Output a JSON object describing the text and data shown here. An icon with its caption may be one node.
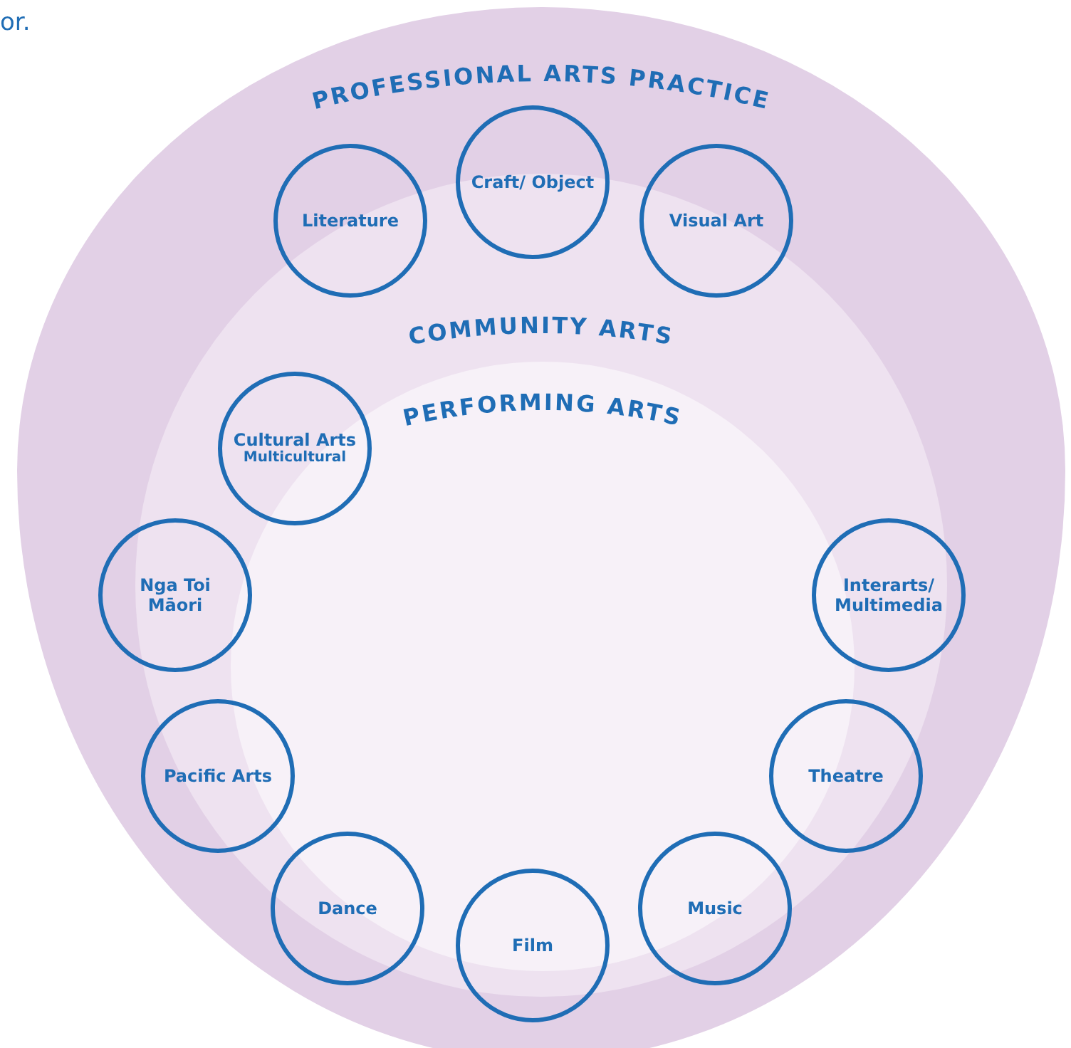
{
  "diagram": {
    "nodes": [
      {
        "text": [
          "PROFESSIONAL ARTS PRACTICE"
        ]
      },
      {
        "text": [
          "COMMUNITY ARTS"
        ],
        "in": 0
      },
      {
        "text": [
          "PERFORMING ARTS"
        ],
        "in": 1
      },
      {
        "text": [
          "Literature"
        ],
        "in": 0
      },
      {
        "text": [
          "Craft/ Object"
        ],
        "in": 0
      },
      {
        "text": [
          "Visual Art"
        ],
        "in": 0
      },
      {
        "text": [
          "Cultural Arts",
          "Multicultural"
        ],
        "in": 1
      },
      {
        "text": [
          "Nga Toi Māori"
        ],
        "in": 0
      },
      {
        "text": [
          "Pacific Arts"
        ],
        "in": 1
      },
      {
        "text": [
          "Dance"
        ],
        "in": 1
      },
      {
        "text": [
          "Film"
        ],
        "in": 0
      },
      {
        "text": [
          "Music"
        ],
        "in": 1
      },
      {
        "text": [
          "Theatre"
        ],
        "in": 1
      },
      {
        "text": [
          "Interarts/ Multimedia"
        ],
        "in": 0
      }
    ],
    "edges": [],
    "labels": [
      "or."
    ]
  }
}
